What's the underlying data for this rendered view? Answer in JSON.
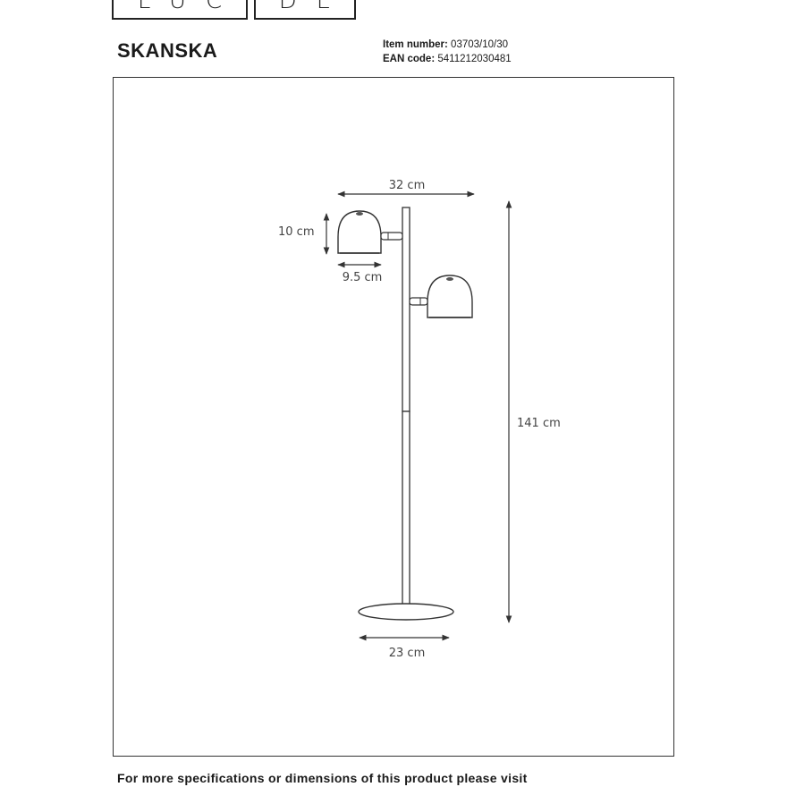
{
  "brand": {
    "logo_left": "LUC",
    "logo_right": "DE"
  },
  "product": {
    "name": "SKANSKA"
  },
  "item_number": {
    "label": "Item number:",
    "value": "03703/10/30"
  },
  "ean_code": {
    "label": "EAN code:",
    "value": "5411212030481"
  },
  "dimensions": {
    "width_top": "32 cm",
    "shade_height": "10 cm",
    "shade_width": "9.5 cm",
    "total_height": "141 cm",
    "base_diameter": "23 cm"
  },
  "footer": {
    "text": "For more specifications or dimensions of this product please visit"
  }
}
